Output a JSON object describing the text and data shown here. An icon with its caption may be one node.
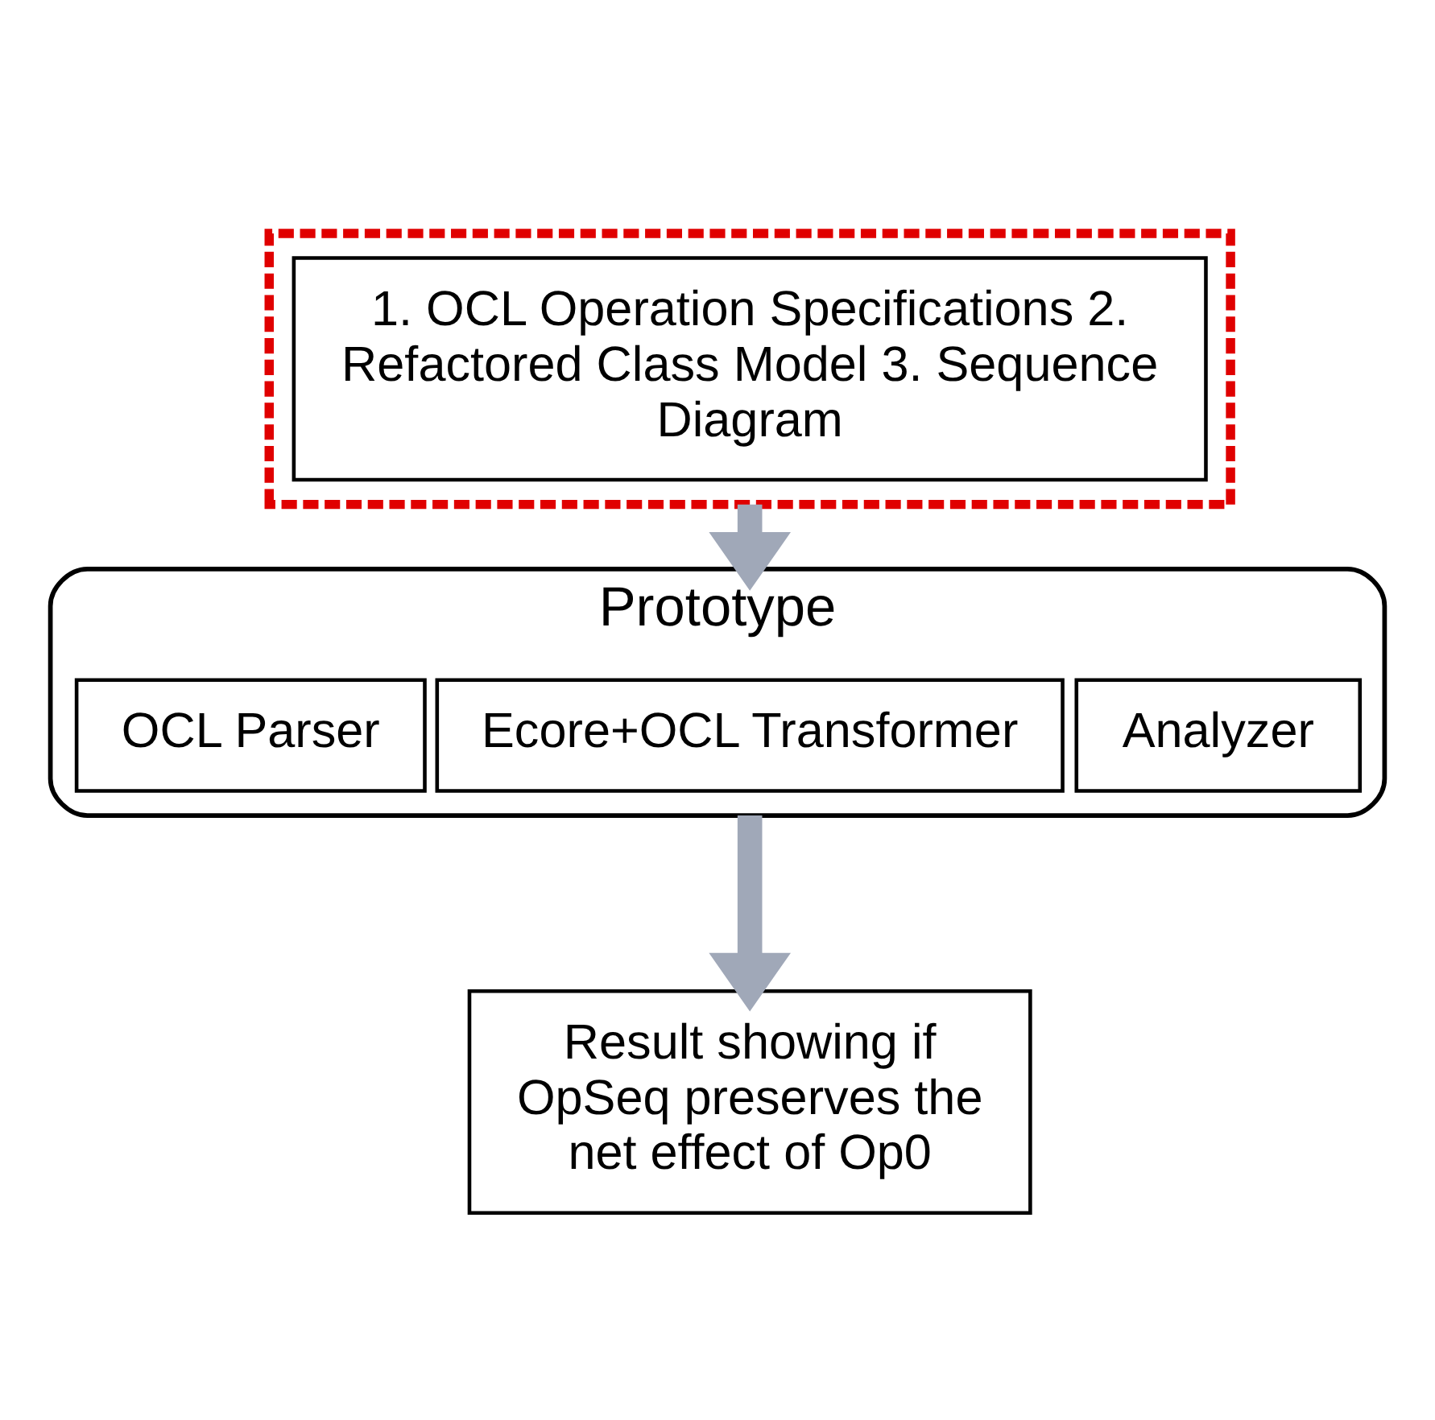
{
  "diagram": {
    "nodes": [
      {
        "text": [],
        "shape": "box"
      },
      {
        "text": [
          "1. OCL Operation Specifications 2. Refactored Class Model 3. Sequence Diagram"
        ],
        "in": 0
      },
      {
        "text": [
          "Prototype"
        ]
      },
      {
        "text": [
          "OCL Parser"
        ],
        "in": 2
      },
      {
        "text": [
          "Ecore+OCL Transformer"
        ],
        "in": 2
      },
      {
        "text": [
          "Analyzer"
        ],
        "in": 2
      },
      {
        "text": [
          "Result showing if OpSeq preserves the net effect of Op0"
        ]
      }
    ],
    "edges": [
      {
        "from": 0,
        "to": 2,
        "arrow": "to"
      },
      {
        "from": 2,
        "to": 6,
        "arrow": "to"
      }
    ]
  }
}
